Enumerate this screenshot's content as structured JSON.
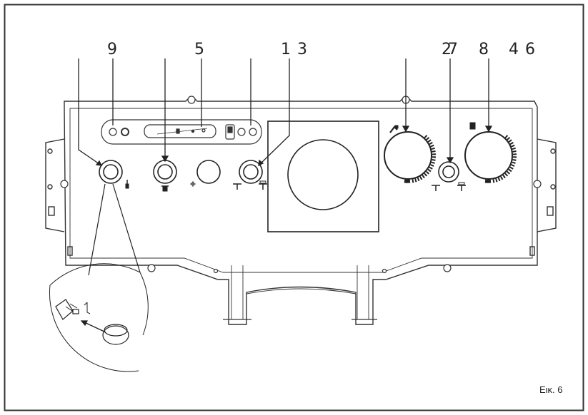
{
  "callouts": {
    "n9": "9",
    "n5": "5",
    "n13": "1 3",
    "n2": "2",
    "n7": "7",
    "n8": "8",
    "n46": "4 6"
  },
  "figure_label": "Εικ. 6",
  "colors": {
    "line": "#222222",
    "panel_fill": "#ffffff",
    "frame": "#333333"
  }
}
